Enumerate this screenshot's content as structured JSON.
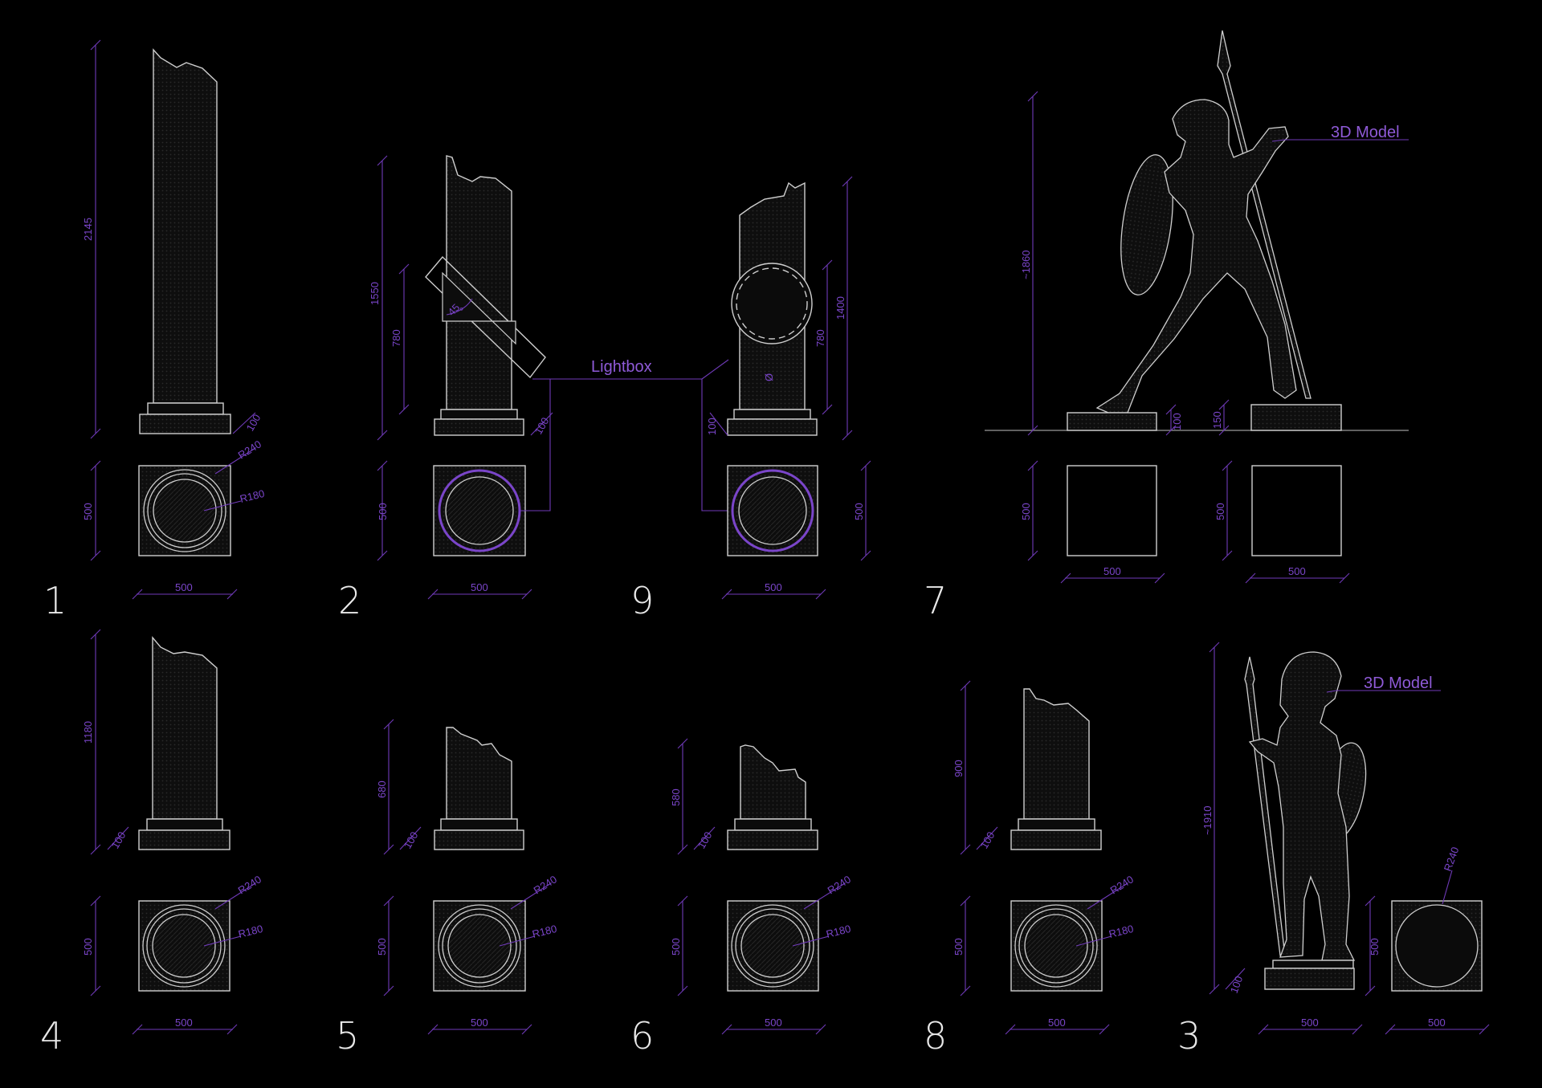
{
  "colors": {
    "background": "#000000",
    "line": "#cfcfcf",
    "dimension": "#7a45c9",
    "label": "#e8e8e8"
  },
  "callouts": {
    "lightbox": "Lightbox",
    "model_top": "3D Model",
    "model_bottom": "3D Model"
  },
  "items": [
    {
      "number": "1",
      "height": "2145",
      "plinth": "100",
      "depth": "500",
      "width": "500",
      "outer_radius": "R240",
      "inner_radius": "R180"
    },
    {
      "number": "2",
      "height": "1550",
      "box_height": "780",
      "angle": "45",
      "plinth": "100",
      "depth": "500",
      "width": "500"
    },
    {
      "number": "9",
      "height": "1400",
      "box_height": "780",
      "plinth": "100",
      "depth": "500",
      "width": "500",
      "box_mark": "Ø"
    },
    {
      "number": "7",
      "height": "~1860",
      "left_plinth": "100",
      "right_plinth": "150",
      "left_depth": "500",
      "left_width": "500",
      "right_depth": "500",
      "right_width": "500"
    },
    {
      "number": "4",
      "height": "1180",
      "plinth": "100",
      "depth": "500",
      "width": "500",
      "outer_radius": "R240",
      "inner_radius": "R180"
    },
    {
      "number": "5",
      "height": "680",
      "plinth": "100",
      "depth": "500",
      "width": "500",
      "outer_radius": "R240",
      "inner_radius": "R180"
    },
    {
      "number": "6",
      "height": "580",
      "plinth": "100",
      "depth": "500",
      "width": "500",
      "outer_radius": "R240",
      "inner_radius": "R180"
    },
    {
      "number": "8",
      "height": "900",
      "plinth": "100",
      "depth": "500",
      "width": "500",
      "outer_radius": "R240",
      "inner_radius": "R180"
    },
    {
      "number": "3",
      "height": "~1910",
      "plinth": "100",
      "left_width": "500",
      "right_depth": "500",
      "right_width": "500",
      "radius": "R240"
    }
  ]
}
